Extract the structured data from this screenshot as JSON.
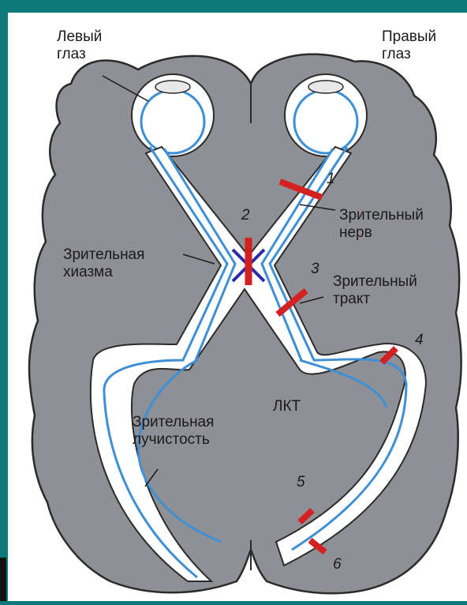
{
  "labels": {
    "left_eye": [
      "Левый",
      "глаз"
    ],
    "right_eye": [
      "Правый",
      "глаз"
    ],
    "optic_nerve": [
      "Зрительный",
      "нерв"
    ],
    "optic_chiasm": [
      "Зрительная",
      "хиазма"
    ],
    "optic_tract": [
      "Зрительный",
      "тракт"
    ],
    "lgn": "ЛКТ",
    "optic_radiation": [
      "Зрительная",
      "лучистость"
    ]
  },
  "lesion_numbers": [
    "1",
    "2",
    "3",
    "4",
    "5",
    "6"
  ],
  "colors": {
    "frame": "#0e7a77",
    "brain": "#8e9096",
    "brain_edge": "#2b2b2b",
    "pathway_fill": "#ffffff",
    "fiber": "#3d8fd6",
    "fiber_cross": "#2a2aa8",
    "lesion": "#d42020",
    "lesion_tip": "#1a1a1a"
  }
}
